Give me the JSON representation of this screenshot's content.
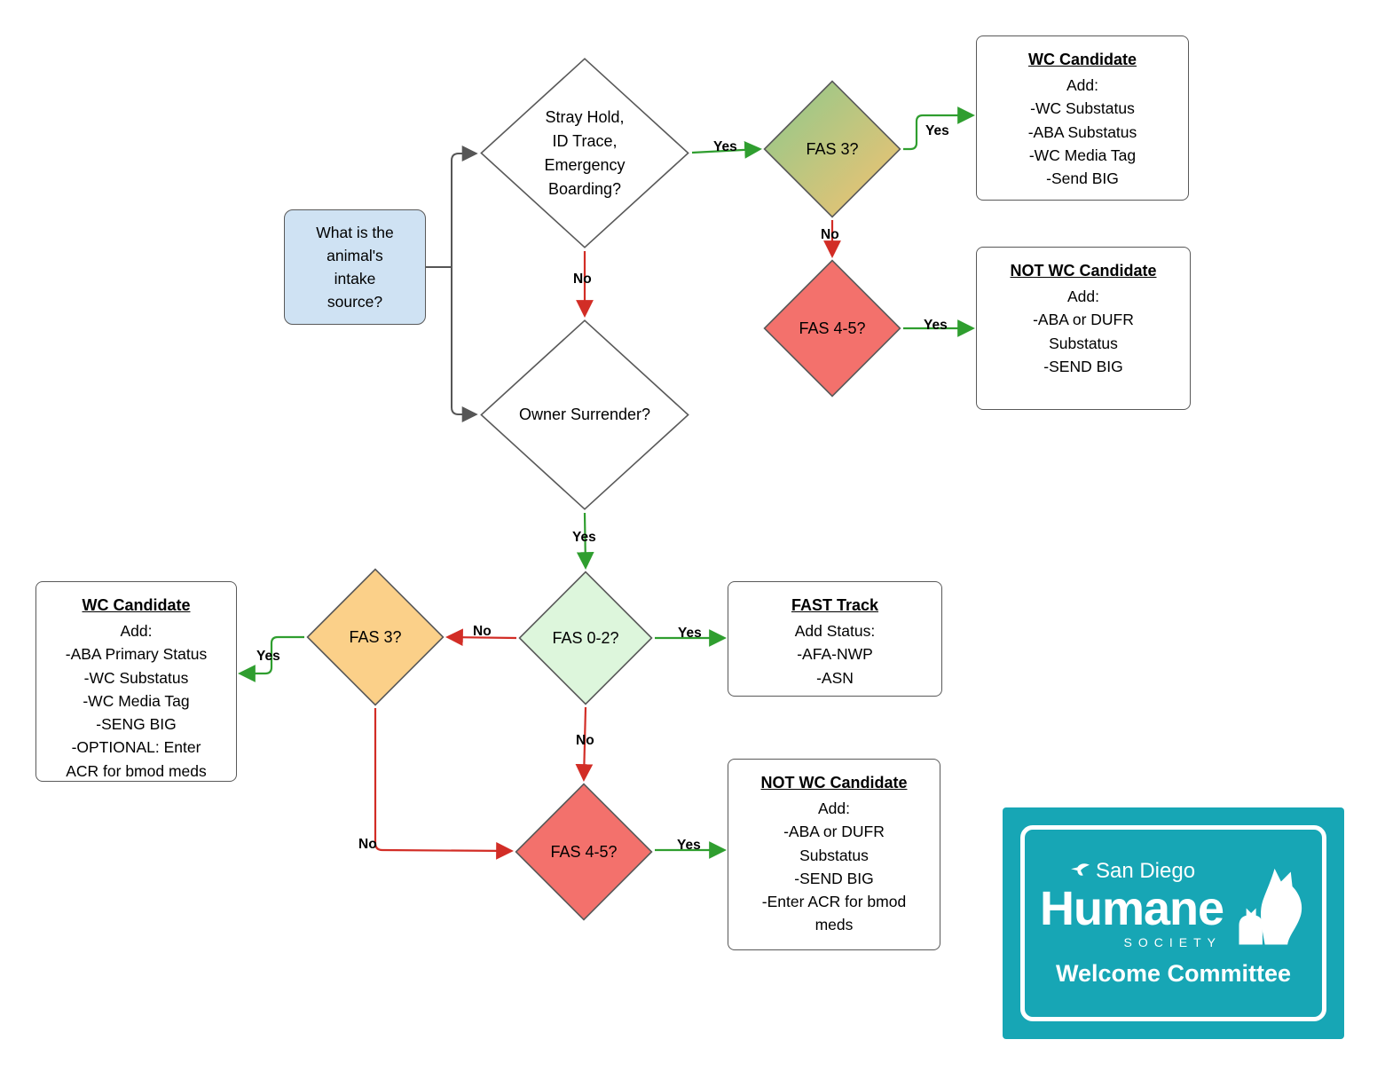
{
  "nodes": {
    "start": {
      "text": "What is the\nanimal's\nintake\nsource?"
    },
    "stray": {
      "text": "Stray Hold,\nID Trace,\nEmergency\nBoarding?"
    },
    "owner": {
      "text": "Owner Surrender?"
    },
    "fas3_top": {
      "text": "FAS 3?"
    },
    "fas45_top": {
      "text": "FAS 4-5?"
    },
    "fas02": {
      "text": "FAS 0-2?"
    },
    "fas3_left": {
      "text": "FAS 3?"
    },
    "fas45_bottom": {
      "text": "FAS 4-5?"
    }
  },
  "boxes": {
    "wc_top": {
      "title": "WC Candidate",
      "lines": [
        "Add:",
        "-WC Substatus",
        "-ABA Substatus",
        "-WC Media Tag",
        "-Send BIG"
      ]
    },
    "notwc_top": {
      "title": "NOT WC Candidate",
      "lines": [
        "Add:",
        "-ABA or DUFR",
        "Substatus",
        "-SEND BIG"
      ]
    },
    "fast_track": {
      "title": "FAST Track",
      "lines": [
        "Add Status:",
        "-AFA-NWP",
        "-ASN"
      ]
    },
    "wc_left": {
      "title": "WC Candidate",
      "lines": [
        "Add:",
        "-ABA Primary Status",
        "-WC Substatus",
        "-WC Media Tag",
        "-SENG BIG",
        "-OPTIONAL: Enter",
        "ACR for bmod meds"
      ]
    },
    "notwc_bottom": {
      "title": "NOT WC Candidate",
      "lines": [
        "Add:",
        "-ABA or DUFR",
        "Substatus",
        "-SEND BIG",
        "-Enter ACR for bmod",
        "meds"
      ]
    }
  },
  "edges": [
    {
      "from": "start",
      "to": "stray",
      "label": ""
    },
    {
      "from": "start",
      "to": "owner",
      "label": ""
    },
    {
      "from": "stray",
      "to": "fas3_top",
      "label": "Yes"
    },
    {
      "from": "stray",
      "to": "owner",
      "label": "No"
    },
    {
      "from": "fas3_top",
      "to": "wc_top",
      "label": "Yes"
    },
    {
      "from": "fas3_top",
      "to": "fas45_top",
      "label": "No"
    },
    {
      "from": "fas45_top",
      "to": "notwc_top",
      "label": "Yes"
    },
    {
      "from": "owner",
      "to": "fas02",
      "label": "Yes"
    },
    {
      "from": "fas02",
      "to": "fast_track",
      "label": "Yes"
    },
    {
      "from": "fas02",
      "to": "fas3_left",
      "label": "No"
    },
    {
      "from": "fas02",
      "to": "fas45_bottom",
      "label": "No"
    },
    {
      "from": "fas3_left",
      "to": "wc_left",
      "label": "Yes"
    },
    {
      "from": "fas3_left",
      "to": "fas45_bottom",
      "label": "No"
    },
    {
      "from": "fas45_bottom",
      "to": "notwc_bottom",
      "label": "Yes"
    }
  ],
  "logo": {
    "brand_top": "San Diego",
    "brand_main": "Humane",
    "brand_sub": "SOCIETY",
    "caption": "Welcome Committee"
  },
  "colors": {
    "start_fill": "#cfe2f3",
    "node_border": "#595959",
    "white_fill": "#ffffff",
    "green_fill": "#ddf6dc",
    "orange_fill": "#fbd089",
    "red_fill": "#f3716c",
    "gradient_start": "#8cc98c",
    "gradient_end": "#f5c271",
    "arrow_green": "#2f9e2f",
    "arrow_red": "#d22d26",
    "arrow_gray": "#565656",
    "logo_teal": "#17a6b5"
  }
}
